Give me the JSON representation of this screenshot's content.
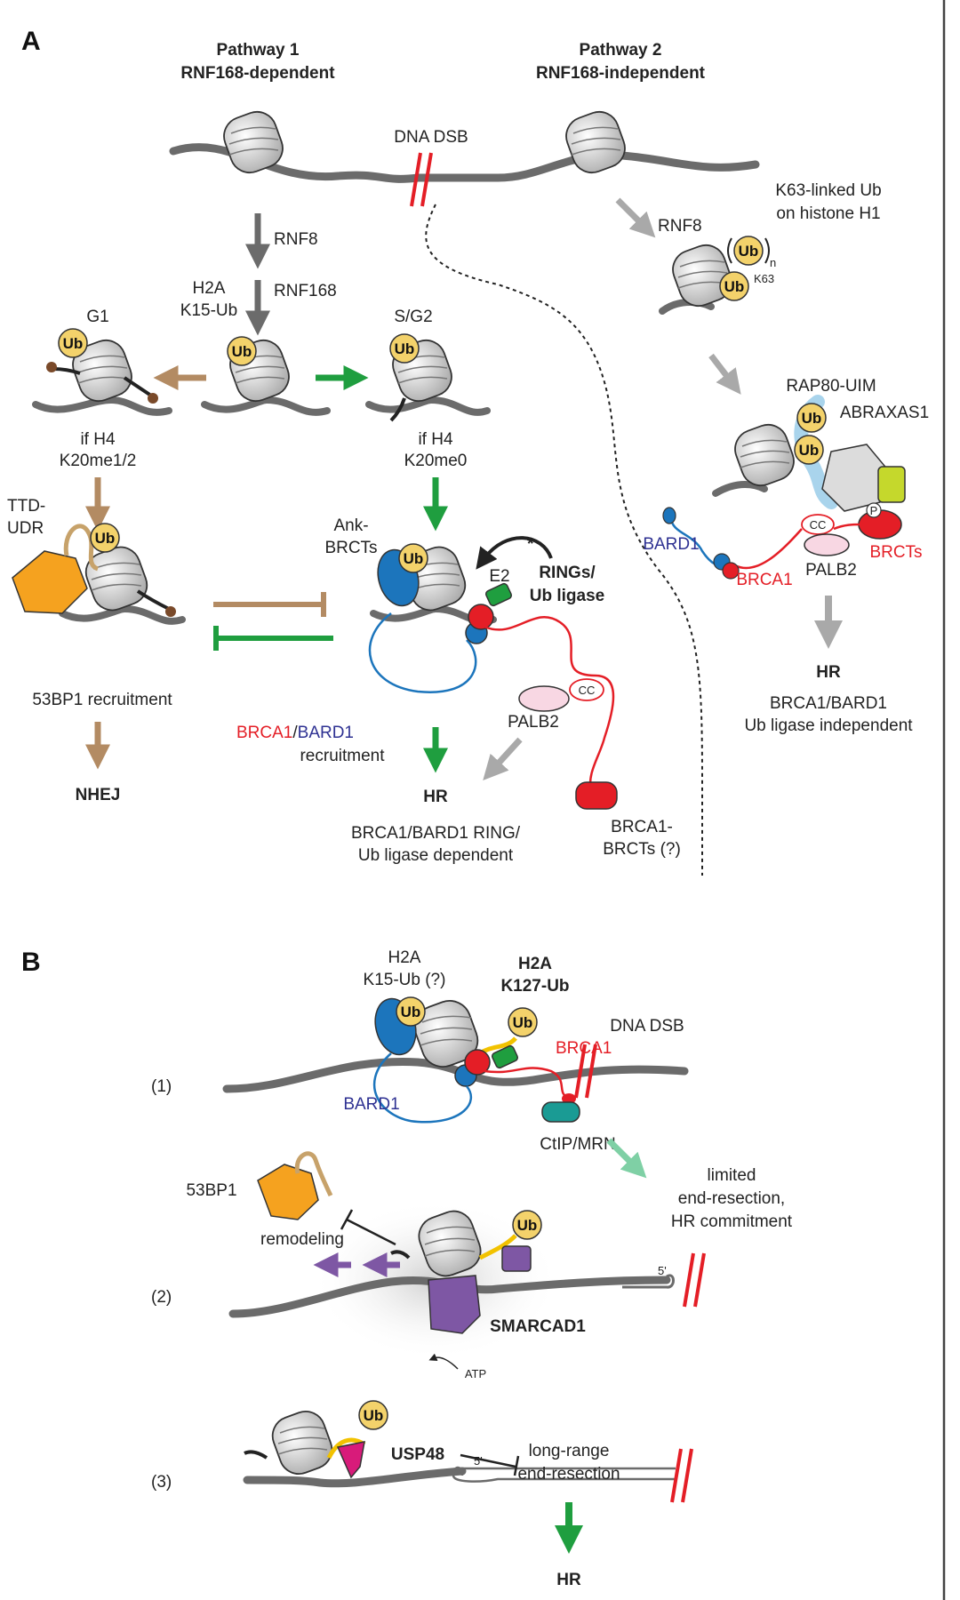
{
  "panels": {
    "a": "A",
    "b": "B"
  },
  "ub": "Ub",
  "pathway1": {
    "title": "Pathway 1",
    "subtitle": "RNF168-dependent"
  },
  "pathway2": {
    "title": "Pathway 2",
    "subtitle": "RNF168-independent"
  },
  "dsb_label": "DNA DSB",
  "rnf8": "RNF8",
  "rnf168": "RNF168",
  "h2a_k15_ub": [
    "H2A",
    "K15-Ub"
  ],
  "g1": "G1",
  "sg2": "S/G2",
  "h4_k20me12": [
    "if H4",
    "K20me1/2"
  ],
  "h4_k20me0": [
    "if H4",
    "K20me0"
  ],
  "ttd_udr": [
    "TTD-",
    "UDR"
  ],
  "ank_brcts": [
    "Ank-",
    "BRCTs"
  ],
  "rings_ligase": [
    "RINGs/",
    "Ub ligase"
  ],
  "asterisk": "*",
  "e2": "E2",
  "cc": "CC",
  "p": "P",
  "palb2": "PALB2",
  "bp53_recruitment": "53BP1 recruitment",
  "nhej": "NHEJ",
  "brca1": "BRCA1",
  "slash": "/",
  "bard1": "BARD1",
  "recruitment": "recruitment",
  "hr": "HR",
  "hr_dependent": [
    "BRCA1/BARD1 RING/",
    "Ub ligase dependent"
  ],
  "brca1_brcts_q": [
    "BRCA1-",
    "BRCTs (?)"
  ],
  "k63_label": [
    "K63-linked Ub",
    "on histone H1"
  ],
  "k63": "K63",
  "n_sub": "n",
  "rap80": "RAP80-UIM",
  "abraxas": "ABRAXAS1",
  "brcts": "BRCTs",
  "hr_independent": [
    "BRCA1/BARD1",
    "Ub ligase independent"
  ],
  "b_h2a_k15": [
    "H2A",
    "K15-Ub (?)"
  ],
  "b_h2a_k127": [
    "H2A",
    "K127-Ub"
  ],
  "ctip_mrn": "CtIP/MRN",
  "step1": "(1)",
  "step2": "(2)",
  "step3": "(3)",
  "limited": [
    "limited",
    "end-resection,",
    "HR commitment"
  ],
  "bp53": "53BP1",
  "remodeling": "remodeling",
  "five_prime": "5'",
  "smarcad1": "SMARCAD1",
  "atp": "ATP",
  "usp48": "USP48",
  "long_range": [
    "long-range",
    "end-resection"
  ],
  "colors": {
    "gray_arrow": "#6b6b6b",
    "tan": "#b38b63",
    "green": "#1f9e3f",
    "red": "#e41e26",
    "blue": "#1c75bc",
    "orange": "#f5a21f",
    "ub_fill": "#f3d26b",
    "purple": "#7e57a4",
    "teal": "#1a9b94",
    "magenta": "#d81b7a"
  }
}
